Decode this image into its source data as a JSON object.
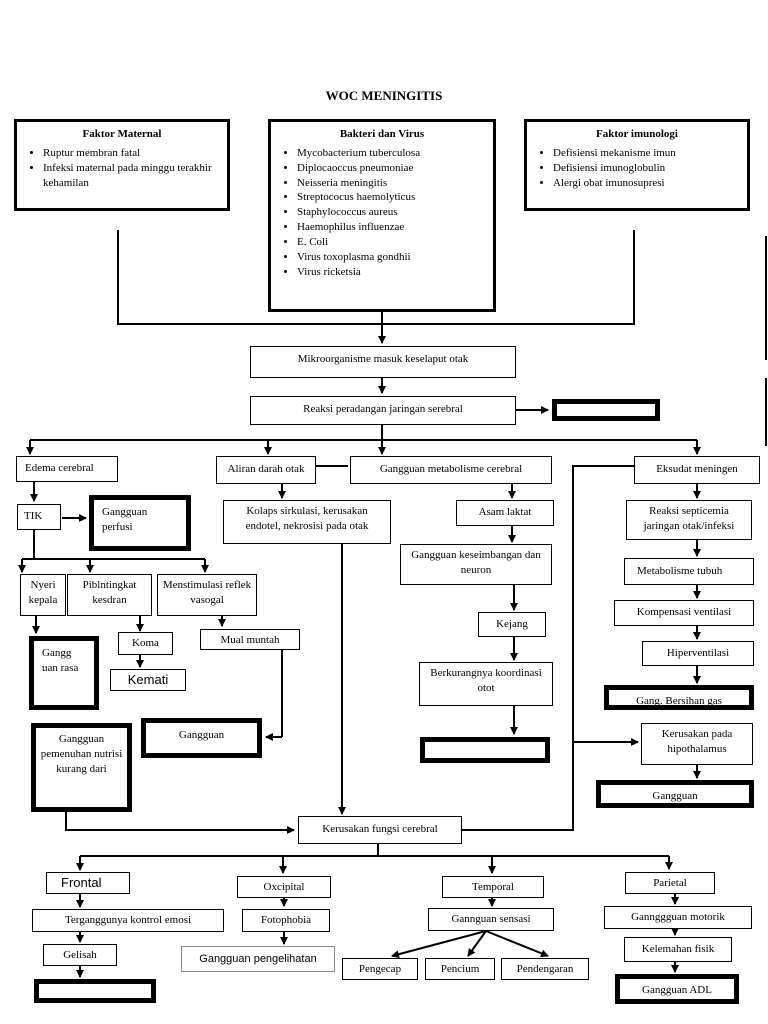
{
  "title": "WOC MENINGITIS",
  "causes": {
    "maternal": {
      "heading": "Faktor Maternal",
      "items": [
        "Ruptur membran fatal",
        "Infeksi maternal pada minggu terakhir kehamilan"
      ]
    },
    "bacteria": {
      "heading": "Bakteri dan Virus",
      "items": [
        "Mycobacterium tuberculosa",
        "Diplocaoccus pneumoniae",
        "Neisseria meningitis",
        "Streptococus haemolyticus",
        "Staphylococcus aureus",
        "Haemophilus influenzae",
        "E. Coli",
        "Virus toxoplasma gondhii",
        "Virus ricketsia"
      ]
    },
    "immune": {
      "heading": "Faktor imunologi",
      "items": [
        "Defisiensi mekanisme imun",
        "Defisiensi imunoglobulin",
        "Alergi obat imunosupresi"
      ]
    }
  },
  "nodes": {
    "mikroorganisme": "Mikroorganisme masuk keselaput otak",
    "reaksi": "Reaksi peradangan jaringan serebral",
    "edema": "Edema cerebral",
    "tik": "TIK",
    "perfusi": "Gangguan perfusi",
    "nyeri": "Nyeri kepala",
    "pibl": "Piblntingkat kesdran",
    "menstimulasi": "Menstimulasi reflek vasogal",
    "ganggu_rasa": "Gangg uan rasa",
    "koma": "Koma",
    "kematian": "Kemati",
    "mual": "Mual muntah",
    "nutrisi": "Gangguan pemenuhan nutrisi kurang dari",
    "gangguan_mid": "Gangguan",
    "aliran": "Aliran darah otak",
    "kolaps": "Kolaps sirkulasi, kerusakan endotel, nekrosisi pada otak",
    "metabolisme": "Gangguan metabolisme cerebral",
    "asam": "Asam laktat",
    "keseimbangan": "Gangguan keseimbangan dan neuron",
    "kejang": "Kejang",
    "koordinasi": "Berkurangnya koordinasi otot",
    "eksudat": "Eksudat meningen",
    "septicemia": "Reaksi septicemia jaringan otak/infeksi",
    "metab_tubuh": "Metabolisme tubuh",
    "kompensasi": "Kompensasi ventilasi",
    "hiperventilasi": "Hiperventilasi",
    "bersihan": "Gang. Bersihan gas",
    "hipothalamus": "Kerusakan pada hipothalamus",
    "gangguan_right": "Gangguan",
    "kerusakan": "Kerusakan fungsi cerebral",
    "frontal": "Frontal",
    "oxcipital": "Oxcipital",
    "temporal": "Temporal",
    "parietal": "Parietal",
    "emosi": "Terganggunya kontrol emosi",
    "gelisah": "Gelisah",
    "fotophobia": "Fotophobia",
    "penglihatan": "Gangguan pengelihatan",
    "sensasi": "Gannguan sensasi",
    "pengecap": "Pengecap",
    "pencium": "Pencium",
    "pendengaran": "Pendengaran",
    "motorik": "Gannggguan motorik",
    "kelemahan": "Kelemahan fisik",
    "adl": "Gangguan ADL"
  }
}
